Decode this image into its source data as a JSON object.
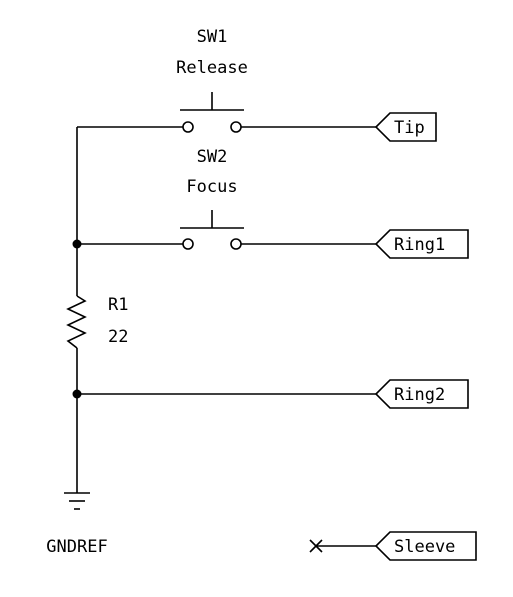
{
  "components": {
    "sw1": {
      "ref": "SW1",
      "value": "Release"
    },
    "sw2": {
      "ref": "SW2",
      "value": "Focus"
    },
    "r1": {
      "ref": "R1",
      "value": "22"
    }
  },
  "ports": {
    "tip": "Tip",
    "ring1": "Ring1",
    "ring2": "Ring2",
    "sleeve": "Sleeve"
  },
  "power": {
    "gnd": "GNDREF"
  }
}
